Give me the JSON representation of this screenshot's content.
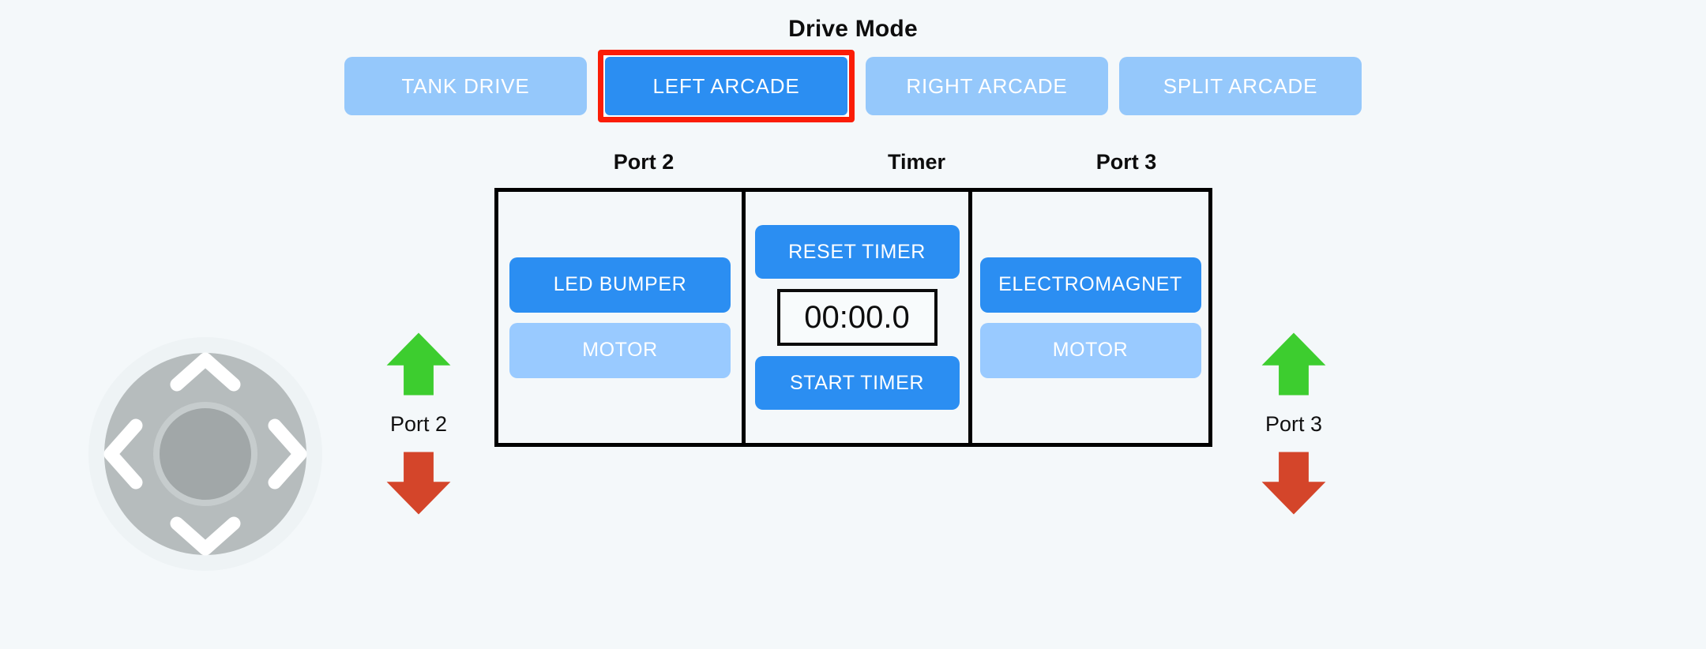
{
  "header": {
    "title": "Drive Mode"
  },
  "drive_modes": {
    "selected_index": 1,
    "highlight_color": "#fb1d07",
    "active_color": "#2b8ef2",
    "inactive_color": "#95c8fb",
    "options": [
      {
        "label": "TANK DRIVE",
        "active": false
      },
      {
        "label": "LEFT ARCADE",
        "active": true
      },
      {
        "label": "RIGHT ARCADE",
        "active": false
      },
      {
        "label": "SPLIT ARCADE",
        "active": false
      }
    ]
  },
  "panel": {
    "captions": {
      "port2": "Port 2",
      "timer": "Timer",
      "port3": "Port 3"
    },
    "port2": {
      "buttons": [
        {
          "label": "LED BUMPER",
          "state": "on"
        },
        {
          "label": "MOTOR",
          "state": "off"
        }
      ]
    },
    "timer": {
      "reset_label": "RESET TIMER",
      "display": "00:00.0",
      "start_label": "START TIMER"
    },
    "port3": {
      "buttons": [
        {
          "label": "ELECTROMAGNET",
          "state": "on"
        },
        {
          "label": "MOTOR",
          "state": "off"
        }
      ]
    }
  },
  "dpad": {
    "icon": "dpad-joystick-icon",
    "ring_color": "#b6bcbd",
    "knob_color": "#a1a7a8",
    "chevron_color": "#ffffff",
    "directions": [
      "up",
      "left",
      "right",
      "down"
    ]
  },
  "port_controls": [
    {
      "name": "port2",
      "label": "Port 2",
      "up_icon": "arrow-up-icon",
      "down_icon": "arrow-down-icon",
      "up_color": "#3dcd2f",
      "down_color": "#d4452a"
    },
    {
      "name": "port3",
      "label": "Port 3",
      "up_icon": "arrow-up-icon",
      "down_icon": "arrow-down-icon",
      "up_color": "#3dcd2f",
      "down_color": "#d4452a"
    }
  ],
  "background_color": "#f4f8fa"
}
